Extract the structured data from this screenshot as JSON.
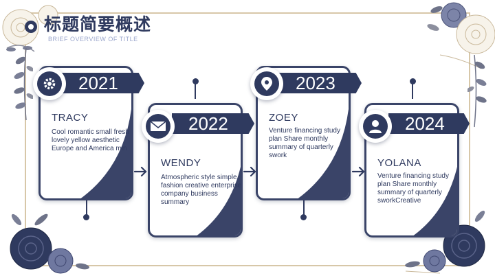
{
  "header": {
    "title": "标题简要概述",
    "subtitle": "BRIEF OVERVIEW OF TITLE"
  },
  "colors": {
    "navy": "#2f3a5f",
    "frame": "#d7c7a8",
    "subtitle": "#9aa6cc"
  },
  "timeline": [
    {
      "year": "2021",
      "name": "TRACY",
      "icon": "gear-icon",
      "description": "Cool romantic small fresh lovely yellow aesthetic Europe and America min"
    },
    {
      "year": "2022",
      "name": "WENDY",
      "icon": "envelope-icon",
      "description": "Atmospheric style simple fashion creative enterprise company business summary"
    },
    {
      "year": "2023",
      "name": "ZOEY",
      "icon": "location-pin-icon",
      "description": "Venture financing study plan Share monthly summary of quarterly swork"
    },
    {
      "year": "2024",
      "name": "YOLANA",
      "icon": "user-icon",
      "description": "Venture financing study plan Share monthly summary of quarterly sworkCreative"
    }
  ]
}
